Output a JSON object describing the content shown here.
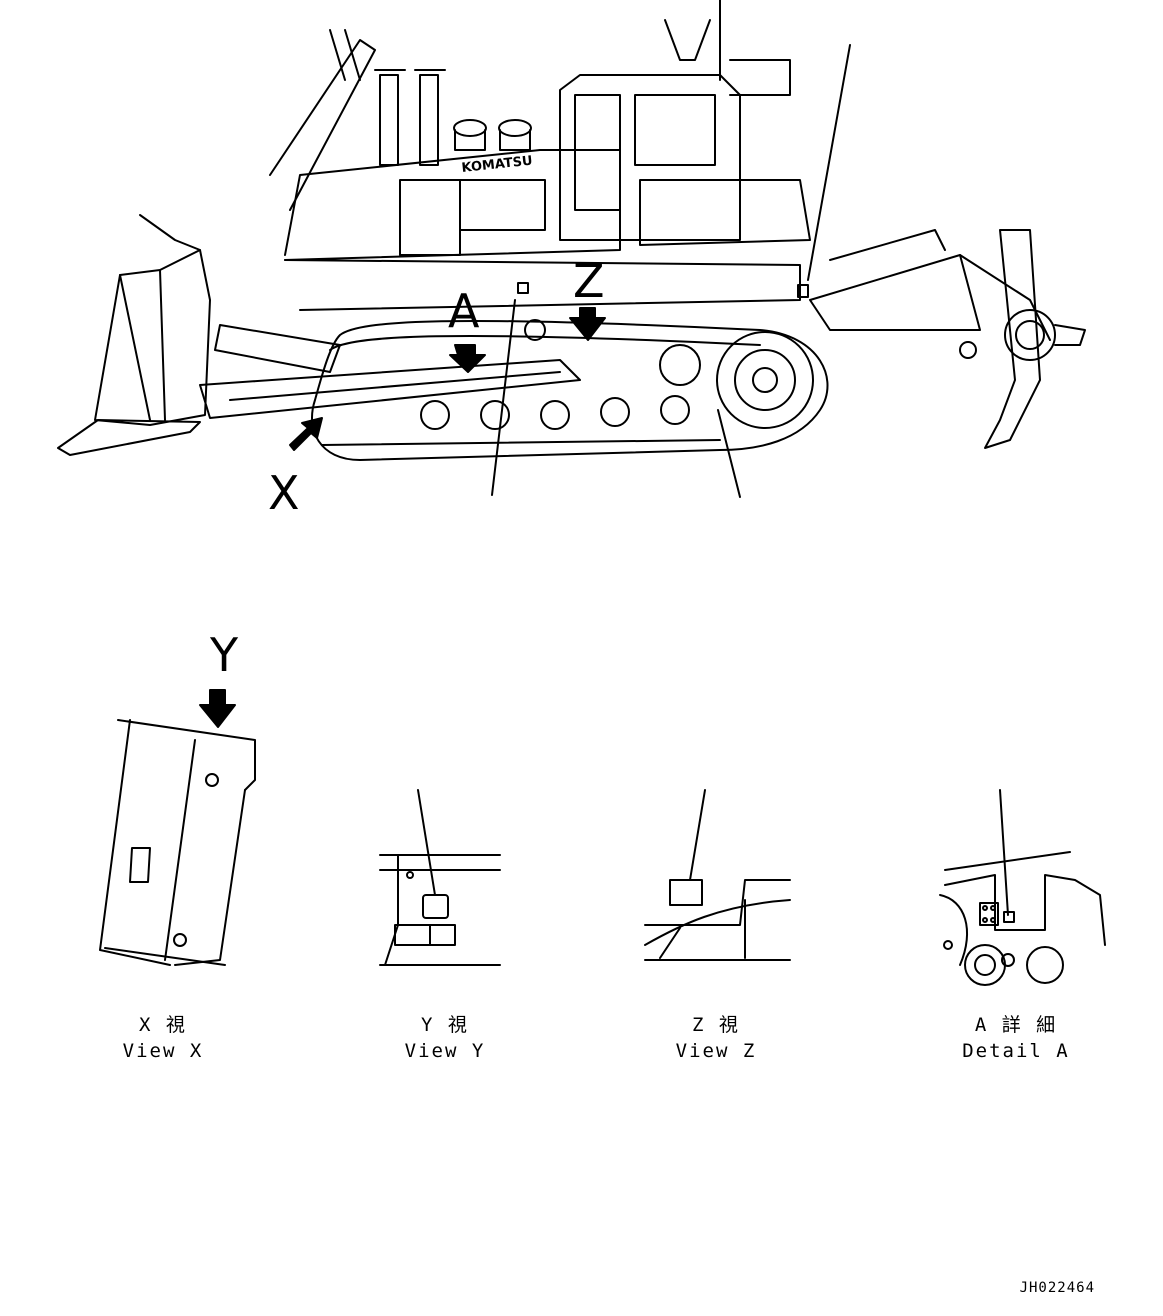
{
  "brand": "KOMATSU",
  "view_letters": {
    "x": "X",
    "y": "Y",
    "z": "Z",
    "a": "A"
  },
  "captions": [
    {
      "jp": "X 視",
      "en": "View X"
    },
    {
      "jp": "Y 視",
      "en": "View Y"
    },
    {
      "jp": "Z 視",
      "en": "View Z"
    },
    {
      "jp": "A 詳 細",
      "en": "Detail A"
    }
  ],
  "drawing_code": "JH022464"
}
